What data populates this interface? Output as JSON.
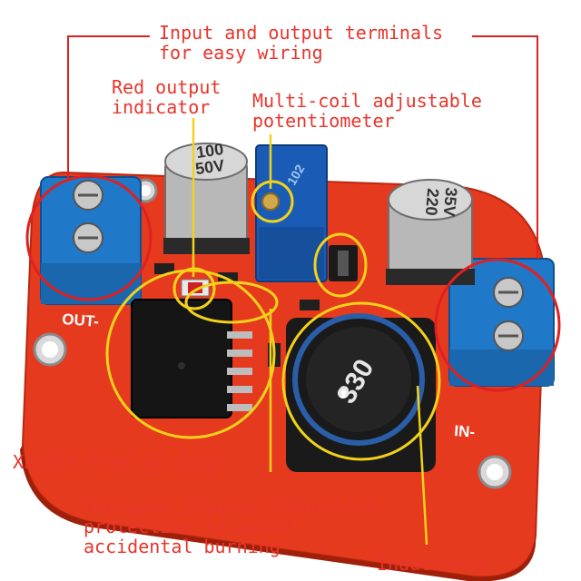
{
  "labels": {
    "terminals": "Input and output terminals\nfor easy wiring",
    "indicator": "Red output\nindicator",
    "potentiometer": "Multi-coil adjustable\npotentiometer",
    "chip": "XL6019 Step Up Chip",
    "protection": "Increase reverse connection\nprotection to avoid\naccidental burning",
    "inductance": "Inductance"
  },
  "board": {
    "out_label": "OUT-",
    "in_label": "IN-",
    "cap_left": [
      "100",
      "50V"
    ],
    "cap_right": [
      "220",
      "35V"
    ],
    "inductor_code": "330",
    "pot_code": "102"
  },
  "colors": {
    "callout_text": "#e8352b",
    "pcb": "#e63a1f",
    "terminal": "#1f78c8",
    "highlight_circle": "#f3d21a",
    "terminal_circle": "#e02020"
  }
}
